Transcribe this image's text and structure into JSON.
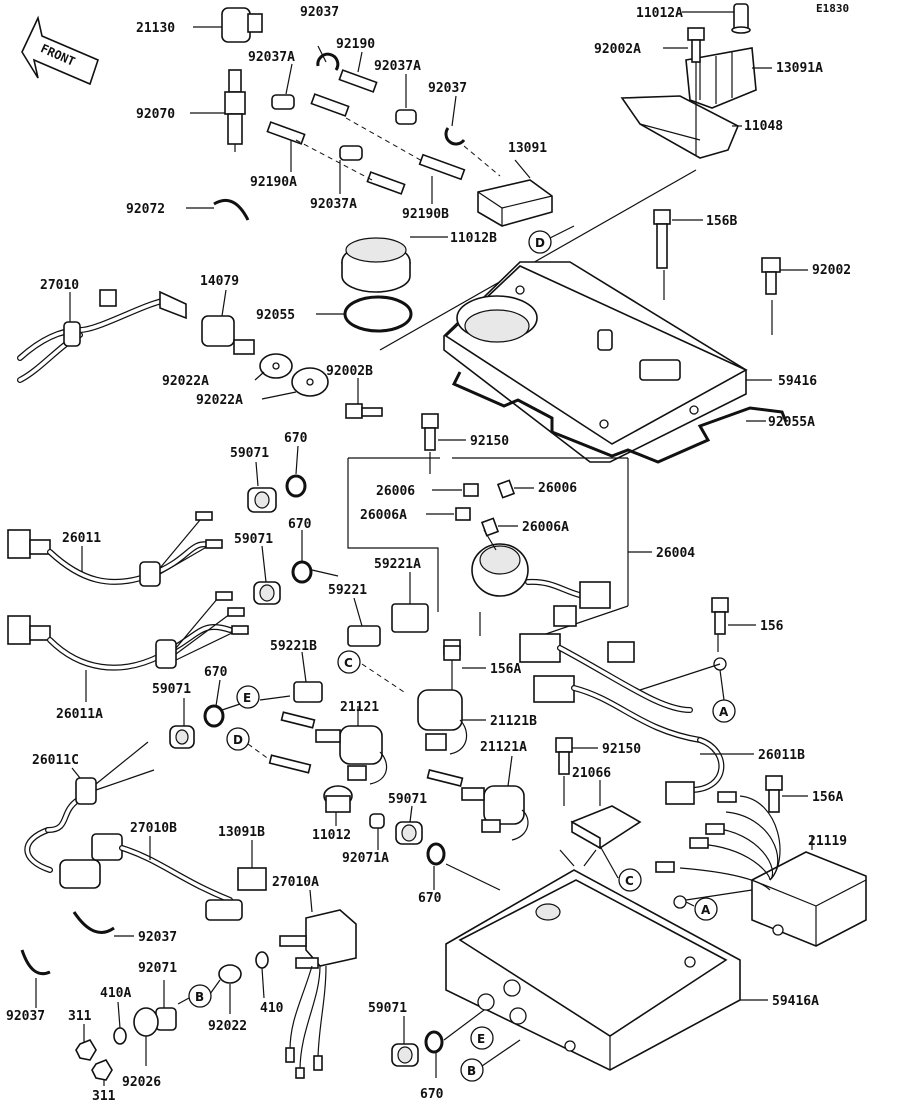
{
  "diagram_code": "E1830",
  "front_label": "FRONT",
  "labels": {
    "l21130": "21130",
    "l92037_top": "92037",
    "l11012A": "11012A",
    "l92037A_1": "92037A",
    "l92190": "92190",
    "l92002A": "92002A",
    "l13091A": "13091A",
    "l92037A_2": "92037A",
    "l92037_2": "92037",
    "l92070": "92070",
    "l11048": "11048",
    "l13091": "13091",
    "l92190A": "92190A",
    "l92037A_3": "92037A",
    "l92190B": "92190B",
    "l92072": "92072",
    "l156B": "156B",
    "l92002": "92002",
    "l11012B": "11012B",
    "l27010": "27010",
    "l14079": "14079",
    "l92055": "92055",
    "l59416": "59416",
    "l92022A_1": "92022A",
    "l92002B": "92002B",
    "l92022A_2": "92022A",
    "l92055A": "92055A",
    "l92150_1": "92150",
    "l670_1": "670",
    "l59071_1": "59071",
    "l26006_1": "26006",
    "l26006_2": "26006",
    "l26006A_1": "26006A",
    "l26006A_2": "26006A",
    "l670_2": "670",
    "l26011": "26011",
    "l59071_2": "59071",
    "l26004": "26004",
    "l59221A": "59221A",
    "l59221": "59221",
    "l156": "156",
    "l156A_1": "156A",
    "l59221B": "59221B",
    "l26011A": "26011A",
    "l670_3": "670",
    "l59071_3": "59071",
    "l21121": "21121",
    "l21121B": "21121B",
    "l92150_2": "92150",
    "l21121A": "21121A",
    "l26011B": "26011B",
    "l26011C": "26011C",
    "l21066": "21066",
    "l156A_2": "156A",
    "l59071_4": "59071",
    "l27010B": "27010B",
    "l13091B": "13091B",
    "l11012": "11012",
    "l92071A": "92071A",
    "l21119": "21119",
    "l670_4": "670",
    "l27010A": "27010A",
    "l92037_3": "92037",
    "l92071": "92071",
    "l410A": "410A",
    "l92022": "92022",
    "l410": "410",
    "l59416A": "59416A",
    "l92037_4": "92037",
    "l311_1": "311",
    "l59071_5": "59071",
    "l92026": "92026",
    "l311_2": "311",
    "l670_5": "670"
  },
  "callouts": {
    "D1": "D",
    "C1": "C",
    "E1": "E",
    "D2": "D",
    "A1": "A",
    "A2": "A",
    "C2": "C",
    "B1": "B",
    "E2": "E",
    "B2": "B"
  }
}
